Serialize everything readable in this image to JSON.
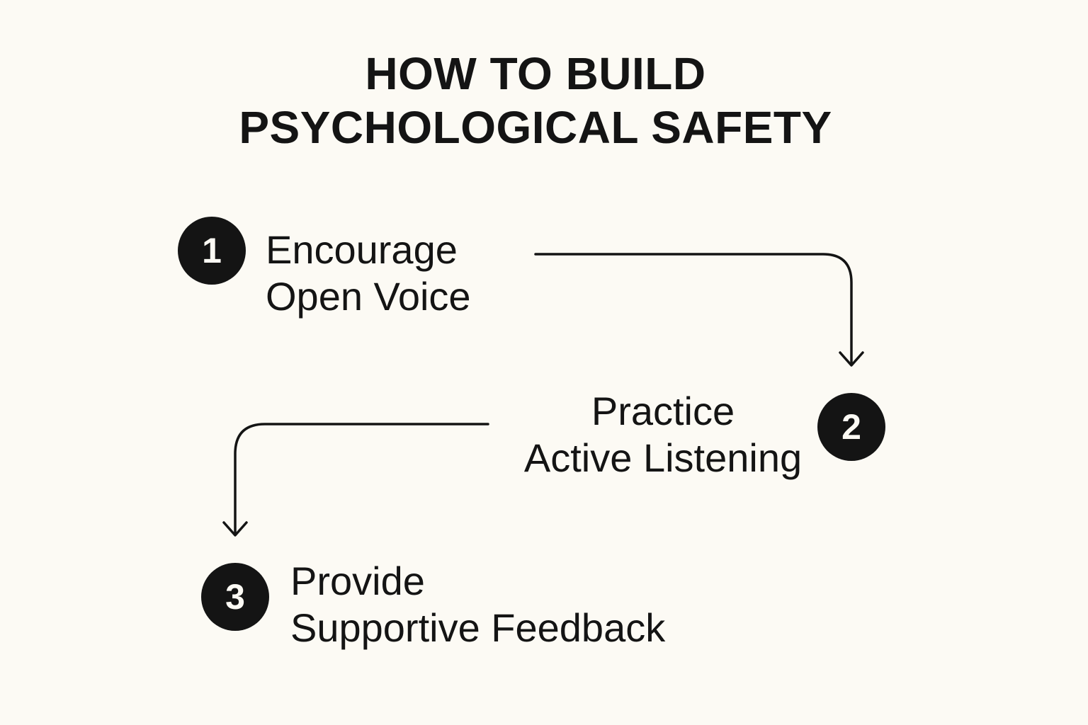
{
  "title": {
    "line1": "HOW TO BUILD",
    "line2": "PSYCHOLOGICAL SAFETY"
  },
  "steps": [
    {
      "number": "1",
      "line1": "Encourage",
      "line2": "Open Voice"
    },
    {
      "number": "2",
      "line1": "Practice",
      "line2": "Active Listening"
    },
    {
      "number": "3",
      "line1": "Provide",
      "line2": "Supportive Feedback"
    }
  ],
  "colors": {
    "background": "#fcfaf4",
    "ink": "#141414"
  }
}
